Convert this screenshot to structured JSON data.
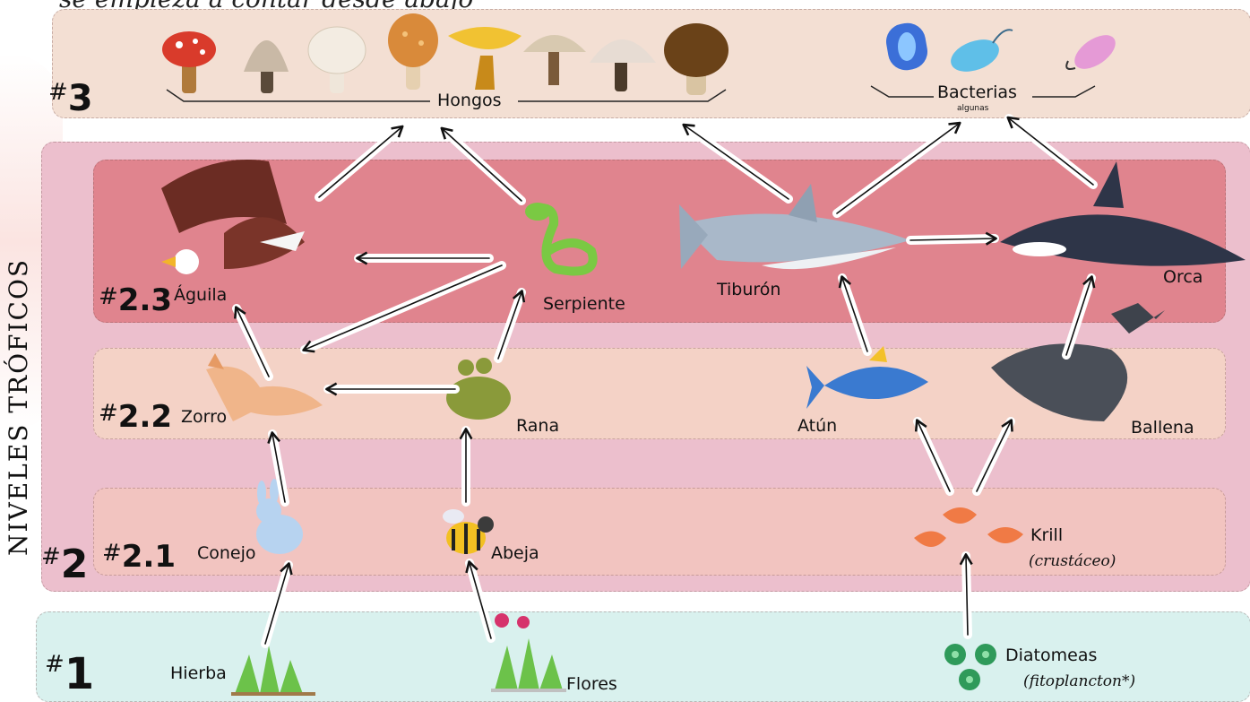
{
  "top_caption": "se empieza a contar desde abajo",
  "vertical_title": "NIVELES TRÓFICOS",
  "levels": {
    "l3": {
      "hash": "#",
      "num": "3"
    },
    "l2": {
      "hash": "#",
      "num": "2"
    },
    "l21": {
      "hash": "#",
      "num": "2.1"
    },
    "l22": {
      "hash": "#",
      "num": "2.2"
    },
    "l23": {
      "hash": "#",
      "num": "2.3"
    },
    "l1": {
      "hash": "#",
      "num": "1"
    }
  },
  "groups": {
    "hongos": "Hongos",
    "bacterias": "Bacterias",
    "bacterias_note": "algunas"
  },
  "organisms": {
    "aguila": "Águila",
    "serpiente": "Serpiente",
    "tiburon": "Tiburón",
    "orca": "Orca",
    "zorro": "Zorro",
    "rana": "Rana",
    "atun": "Atún",
    "ballena": "Ballena",
    "conejo": "Conejo",
    "abeja": "Abeja",
    "krill": "Krill",
    "krill_note": "(crustáceo)",
    "hierba": "Hierba",
    "flores": "Flores",
    "diatomeas": "Diatomeas",
    "diatomeas_note": "(fitoplancton*)"
  },
  "colors": {
    "band3": "#f3dfd3",
    "band2": "#ecbfcd",
    "band23": "#e0848e",
    "band22": "#f4d2c6",
    "band21": "#f2c4c0",
    "band1": "#d9f1ee"
  }
}
